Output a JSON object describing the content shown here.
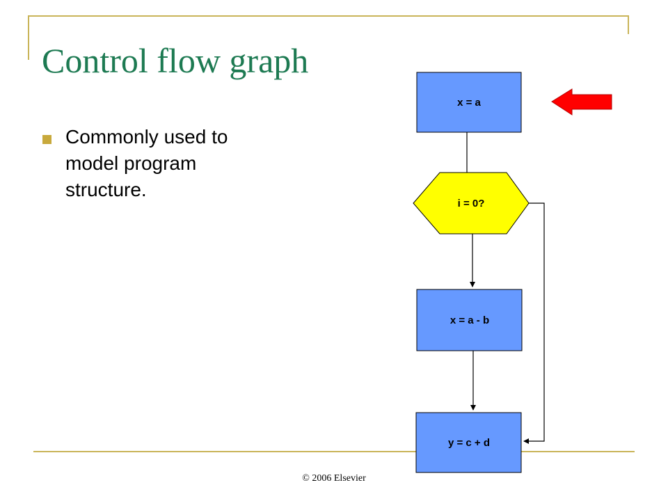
{
  "slide": {
    "title": "Control flow graph",
    "bullet": "Commonly used to model program structure.",
    "footer": "© 2006 Elsevier"
  },
  "diagram": {
    "nodes": [
      {
        "id": "n1",
        "label": "x = a",
        "shape": "rectangle"
      },
      {
        "id": "n2",
        "label": "i = 0?",
        "shape": "hexagon"
      },
      {
        "id": "n3",
        "label": "x = a - b",
        "shape": "rectangle"
      },
      {
        "id": "n4",
        "label": "y = c + d",
        "shape": "rectangle"
      }
    ],
    "edges": [
      {
        "from": "n1",
        "to": "n2"
      },
      {
        "from": "n2",
        "to": "n3"
      },
      {
        "from": "n3",
        "to": "n4"
      },
      {
        "from": "n2",
        "to": "n4"
      }
    ],
    "pointer": {
      "points_to": "n1",
      "direction": "left"
    }
  },
  "colors": {
    "accent_line": "#c9b458",
    "title": "#1d7a52",
    "bullet_marker": "#c8a93c",
    "rect_fill": "#6699ff",
    "decision_fill": "#ffff00",
    "pointer_arrow": "#ff0000"
  }
}
